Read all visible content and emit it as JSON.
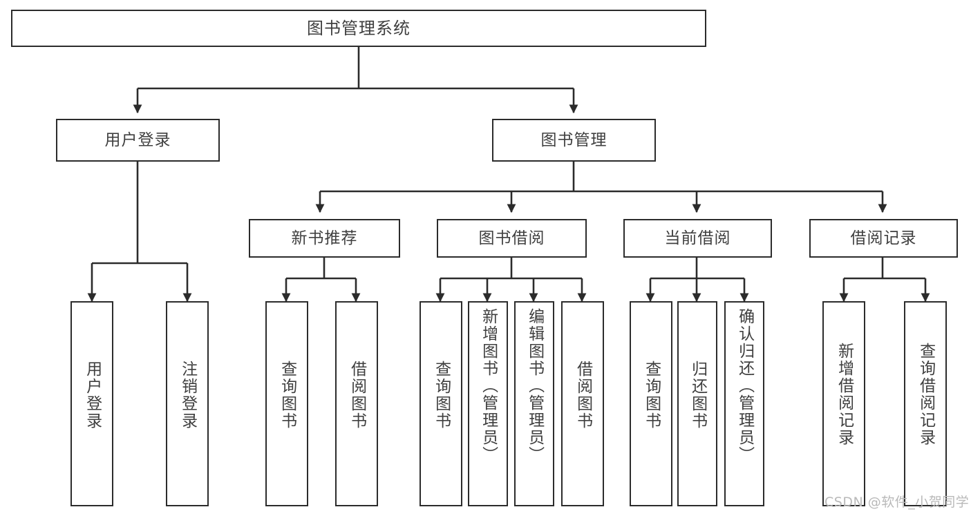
{
  "diagram": {
    "title": "图书管理系统",
    "watermark": "CSDN @软件_小贺同学",
    "colors": {
      "stroke": "#2b2b2b",
      "text": "#3f3f3f",
      "background": "#ffffff",
      "watermark": "#b9b9b9"
    },
    "root": {
      "label": "图书管理系统"
    },
    "level2": [
      {
        "label": "用户登录"
      },
      {
        "label": "图书管理"
      }
    ],
    "level3": [
      {
        "label": "新书推荐"
      },
      {
        "label": "图书借阅"
      },
      {
        "label": "当前借阅"
      },
      {
        "label": "借阅记录"
      }
    ],
    "leaves": {
      "user_login": [
        {
          "label": "用户登录"
        },
        {
          "label": "注销登录"
        }
      ],
      "new_book_recommend": [
        {
          "label": "查询图书"
        },
        {
          "label": "借阅图书"
        }
      ],
      "book_borrow": [
        {
          "label": "查询图书"
        },
        {
          "label": "新增图书（管理员）"
        },
        {
          "label": "编辑图书（管理员）"
        },
        {
          "label": "借阅图书"
        }
      ],
      "current_borrow": [
        {
          "label": "查询图书"
        },
        {
          "label": "归还图书"
        },
        {
          "label": "确认归还（管理员）"
        }
      ],
      "borrow_record": [
        {
          "label": "新增借阅记录"
        },
        {
          "label": "查询借阅记录"
        }
      ]
    }
  }
}
